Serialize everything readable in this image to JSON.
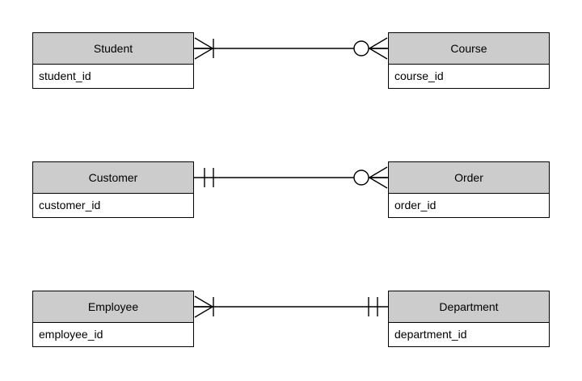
{
  "diagram": {
    "type": "entity-relationship-diagram",
    "notation": "crows-foot",
    "background_color": "#ffffff",
    "entity_header_color": "#cccccc",
    "entity_body_color": "#ffffff",
    "line_color": "#000000"
  },
  "relationships": [
    {
      "id": "student-course",
      "left": {
        "name": "Student",
        "attribute": "student_id",
        "cardinality": "one-or-many",
        "symbols": [
          "crows-foot",
          "bar"
        ]
      },
      "right": {
        "name": "Course",
        "attribute": "course_id",
        "cardinality": "zero-or-many",
        "symbols": [
          "circle",
          "crows-foot"
        ]
      }
    },
    {
      "id": "customer-order",
      "left": {
        "name": "Customer",
        "attribute": "customer_id",
        "cardinality": "exactly-one",
        "symbols": [
          "bar",
          "bar"
        ]
      },
      "right": {
        "name": "Order",
        "attribute": "order_id",
        "cardinality": "zero-or-many",
        "symbols": [
          "circle",
          "crows-foot"
        ]
      }
    },
    {
      "id": "employee-department",
      "left": {
        "name": "Employee",
        "attribute": "employee_id",
        "cardinality": "one-or-many",
        "symbols": [
          "crows-foot",
          "bar"
        ]
      },
      "right": {
        "name": "Department",
        "attribute": "department_id",
        "cardinality": "exactly-one",
        "symbols": [
          "bar",
          "bar"
        ]
      }
    }
  ]
}
